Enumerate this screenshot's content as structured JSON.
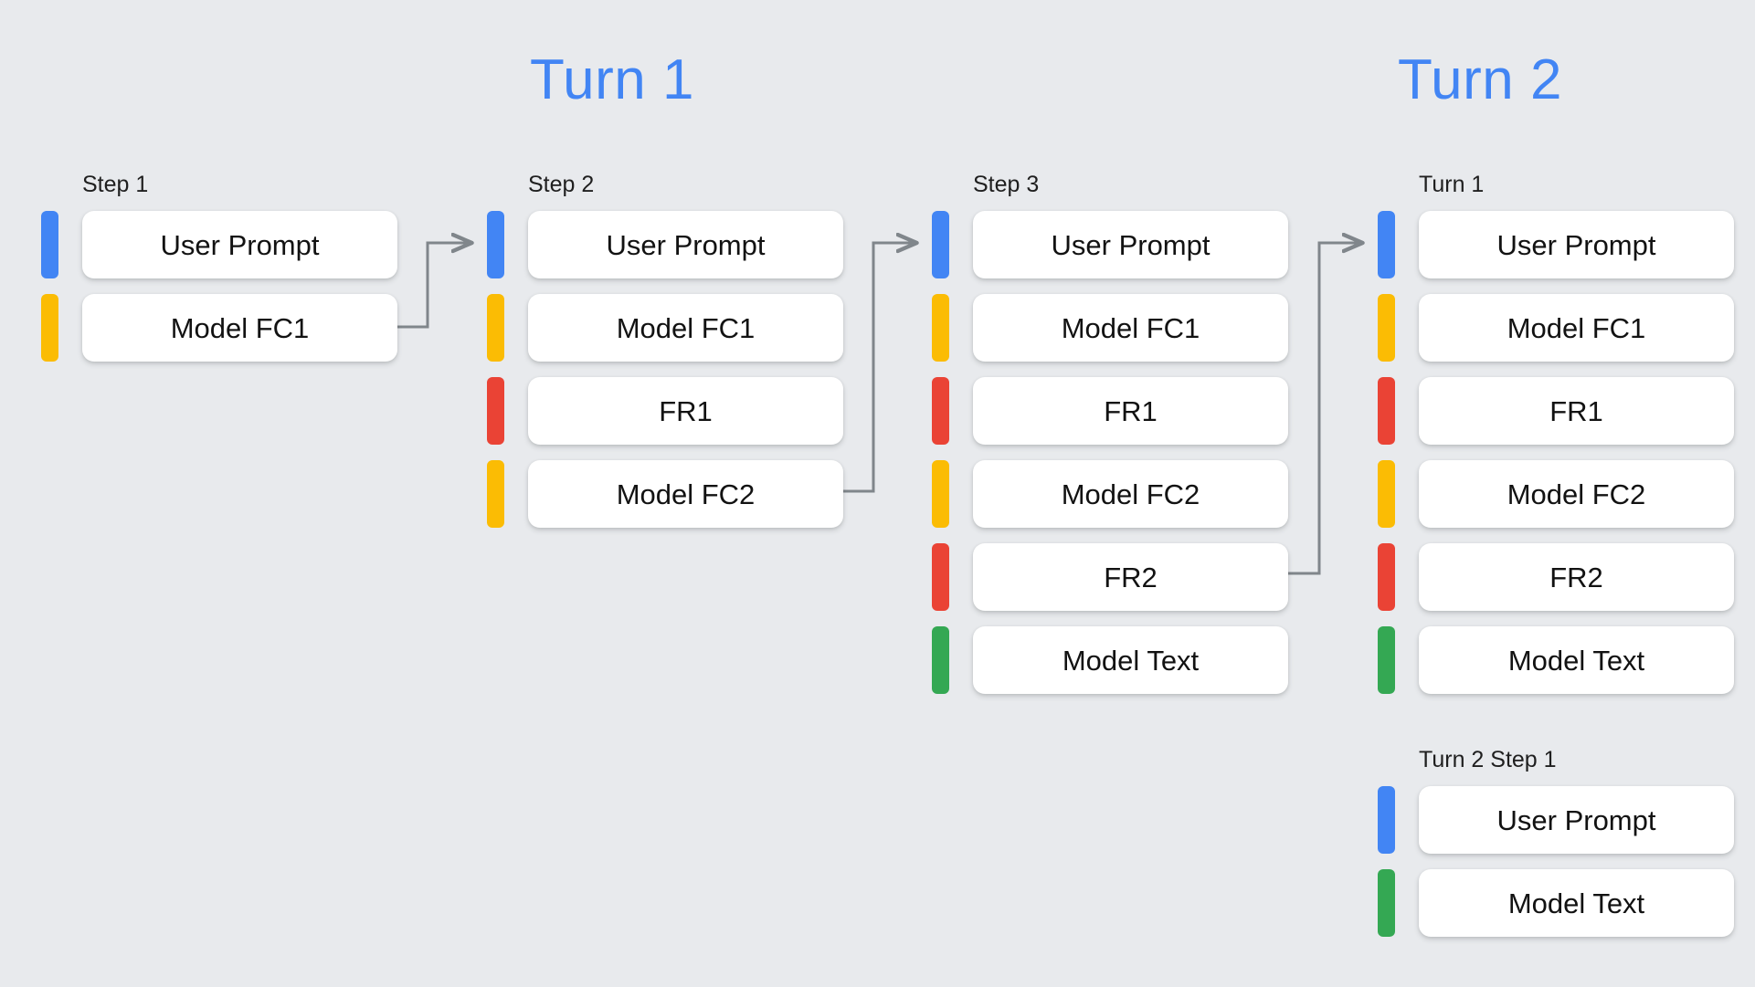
{
  "background_color": "#e8eaed",
  "headings": [
    {
      "id": "turn1",
      "label": "Turn 1",
      "color": "#4285f4"
    },
    {
      "id": "turn2",
      "label": "Turn 2",
      "color": "#4285f4"
    }
  ],
  "legend_colors": {
    "user_prompt": "#4285f4",
    "model_function_call": "#fbbc04",
    "function_response": "#ea4335",
    "model_text": "#34a853"
  },
  "columns": [
    {
      "id": "step1",
      "label": "Step 1",
      "rows": [
        {
          "label": "User Prompt",
          "color": "blue"
        },
        {
          "label": "Model FC1",
          "color": "yellow"
        }
      ]
    },
    {
      "id": "step2",
      "label": "Step 2",
      "rows": [
        {
          "label": "User Prompt",
          "color": "blue"
        },
        {
          "label": "Model FC1",
          "color": "yellow"
        },
        {
          "label": "FR1",
          "color": "red"
        },
        {
          "label": "Model FC2",
          "color": "yellow"
        }
      ]
    },
    {
      "id": "step3",
      "label": "Step 3",
      "rows": [
        {
          "label": "User Prompt",
          "color": "blue"
        },
        {
          "label": "Model FC1",
          "color": "yellow"
        },
        {
          "label": "FR1",
          "color": "red"
        },
        {
          "label": "Model FC2",
          "color": "yellow"
        },
        {
          "label": "FR2",
          "color": "red"
        },
        {
          "label": "Model Text",
          "color": "green"
        }
      ]
    },
    {
      "id": "turn1",
      "label": "Turn 1",
      "rows": [
        {
          "label": "User Prompt",
          "color": "blue"
        },
        {
          "label": "Model FC1",
          "color": "yellow"
        },
        {
          "label": "FR1",
          "color": "red"
        },
        {
          "label": "Model FC2",
          "color": "yellow"
        },
        {
          "label": "FR2",
          "color": "red"
        },
        {
          "label": "Model Text",
          "color": "green"
        }
      ]
    },
    {
      "id": "turn2step1",
      "label": "Turn 2 Step 1",
      "rows": [
        {
          "label": "User Prompt",
          "color": "blue"
        },
        {
          "label": "Model Text",
          "color": "green"
        }
      ]
    }
  ],
  "connectors": [
    {
      "id": "step1-to-step2",
      "from": "Model FC1",
      "to": "Step 2",
      "color": "#80868b"
    },
    {
      "id": "step2-to-step3",
      "from": "Model FC2",
      "to": "Step 3",
      "color": "#80868b"
    },
    {
      "id": "step3-to-turn1",
      "from": "FR2",
      "to": "Turn 1",
      "color": "#80868b"
    }
  ]
}
